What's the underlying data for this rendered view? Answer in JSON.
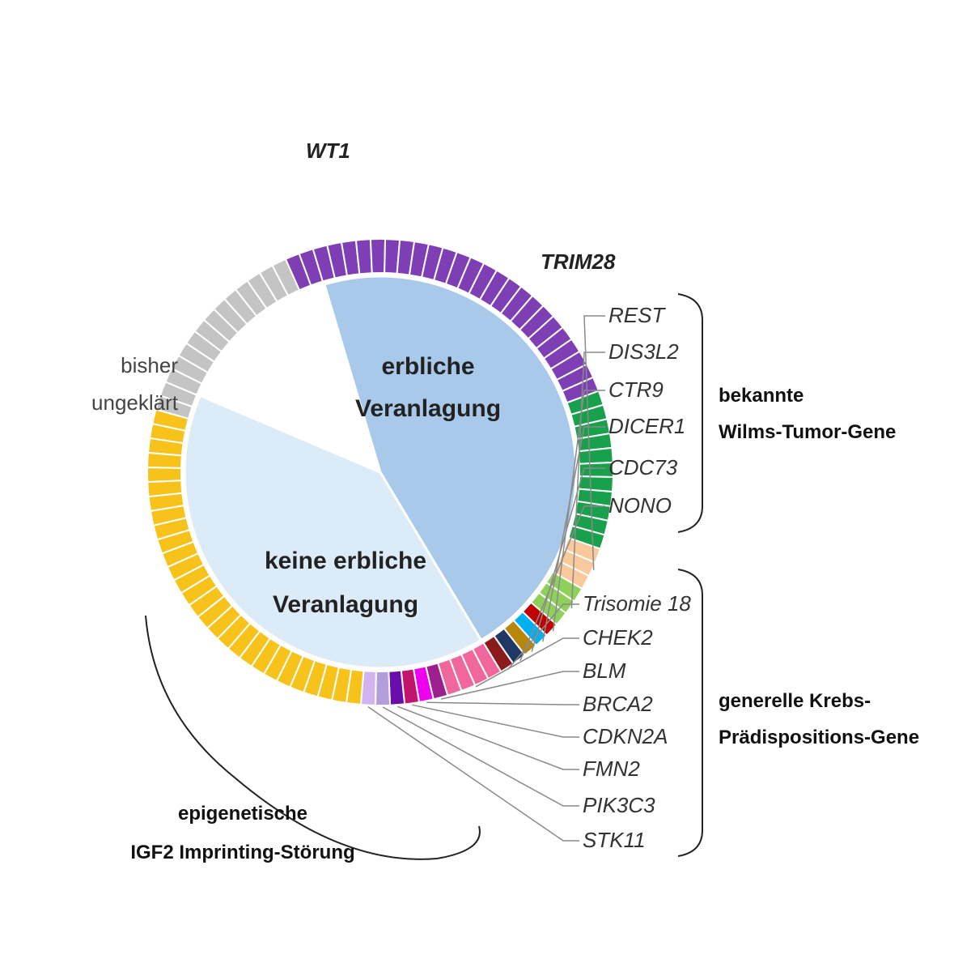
{
  "chart_data": {
    "type": "pie",
    "inner": [
      {
        "key": "hereditary",
        "label_lines": [
          "erbliche",
          "Veranlagung"
        ],
        "units": 46,
        "color": "#a9c9ea"
      },
      {
        "key": "non_hereditary",
        "label_lines": [
          "keine erbliche",
          "Veranlagung"
        ],
        "units": 40,
        "color": "#dcebf8"
      },
      {
        "key": "unexplained",
        "label_lines": [],
        "units": 14,
        "color": "#ffffff"
      }
    ],
    "outer": [
      {
        "name": "WT1",
        "units": 26,
        "color": "#7e3fb5"
      },
      {
        "name": "TRIM28",
        "units": 11,
        "color": "#18a04c"
      },
      {
        "name": "REST",
        "units": 3,
        "color": "#f9c99b"
      },
      {
        "name": "DIS3L2",
        "units": 3,
        "color": "#8fd05a"
      },
      {
        "name": "CTR9",
        "units": 1,
        "color": "#c00000"
      },
      {
        "name": "DICER1",
        "units": 1,
        "color": "#00b0f0"
      },
      {
        "name": "CDC73",
        "units": 1,
        "color": "#b8860b"
      },
      {
        "name": "NONO",
        "units": 1,
        "color": "#1f3864"
      },
      {
        "name": "Trisomie 18",
        "units": 1,
        "color": "#8b1a1a"
      },
      {
        "name": "CHEK2",
        "units": 4,
        "color": "#f0679e"
      },
      {
        "name": "BLM",
        "units": 1,
        "color": "#9b1f8c"
      },
      {
        "name": "BRCA2",
        "units": 1,
        "color": "#ee00ee"
      },
      {
        "name": "CDKN2A",
        "units": 1,
        "color": "#c0156a"
      },
      {
        "name": "FMN2",
        "units": 1,
        "color": "#6a0dad"
      },
      {
        "name": "PIK3C3",
        "units": 1,
        "color": "#b39ddb"
      },
      {
        "name": "STK11",
        "units": 1,
        "color": "#d1b3f0"
      },
      {
        "name": "IGF2",
        "units": 28,
        "color": "#f7c21a"
      },
      {
        "name": "unexplained",
        "units": 14,
        "color": "#c4c4c4"
      }
    ],
    "labels": {
      "wt1": "WT1",
      "trim28": "TRIM28",
      "bisher": [
        "bisher",
        "ungeklärt"
      ],
      "wilms_genes": [
        "REST",
        "DIS3L2",
        "CTR9",
        "DICER1",
        "CDC73",
        "NONO"
      ],
      "wilms_group": [
        "bekannte",
        "Wilms-Tumor-Gene"
      ],
      "cancer_genes": [
        "Trisomie 18",
        "CHEK2",
        "BLM",
        "BRCA2",
        "CDKN2A",
        "FMN2",
        "PIK3C3",
        "STK11"
      ],
      "cancer_group": [
        "generelle Krebs-",
        "Prädispositions-Gene"
      ],
      "epigenetic": [
        "epigenetische",
        "IGF2 Imprinting-Störung"
      ]
    }
  }
}
